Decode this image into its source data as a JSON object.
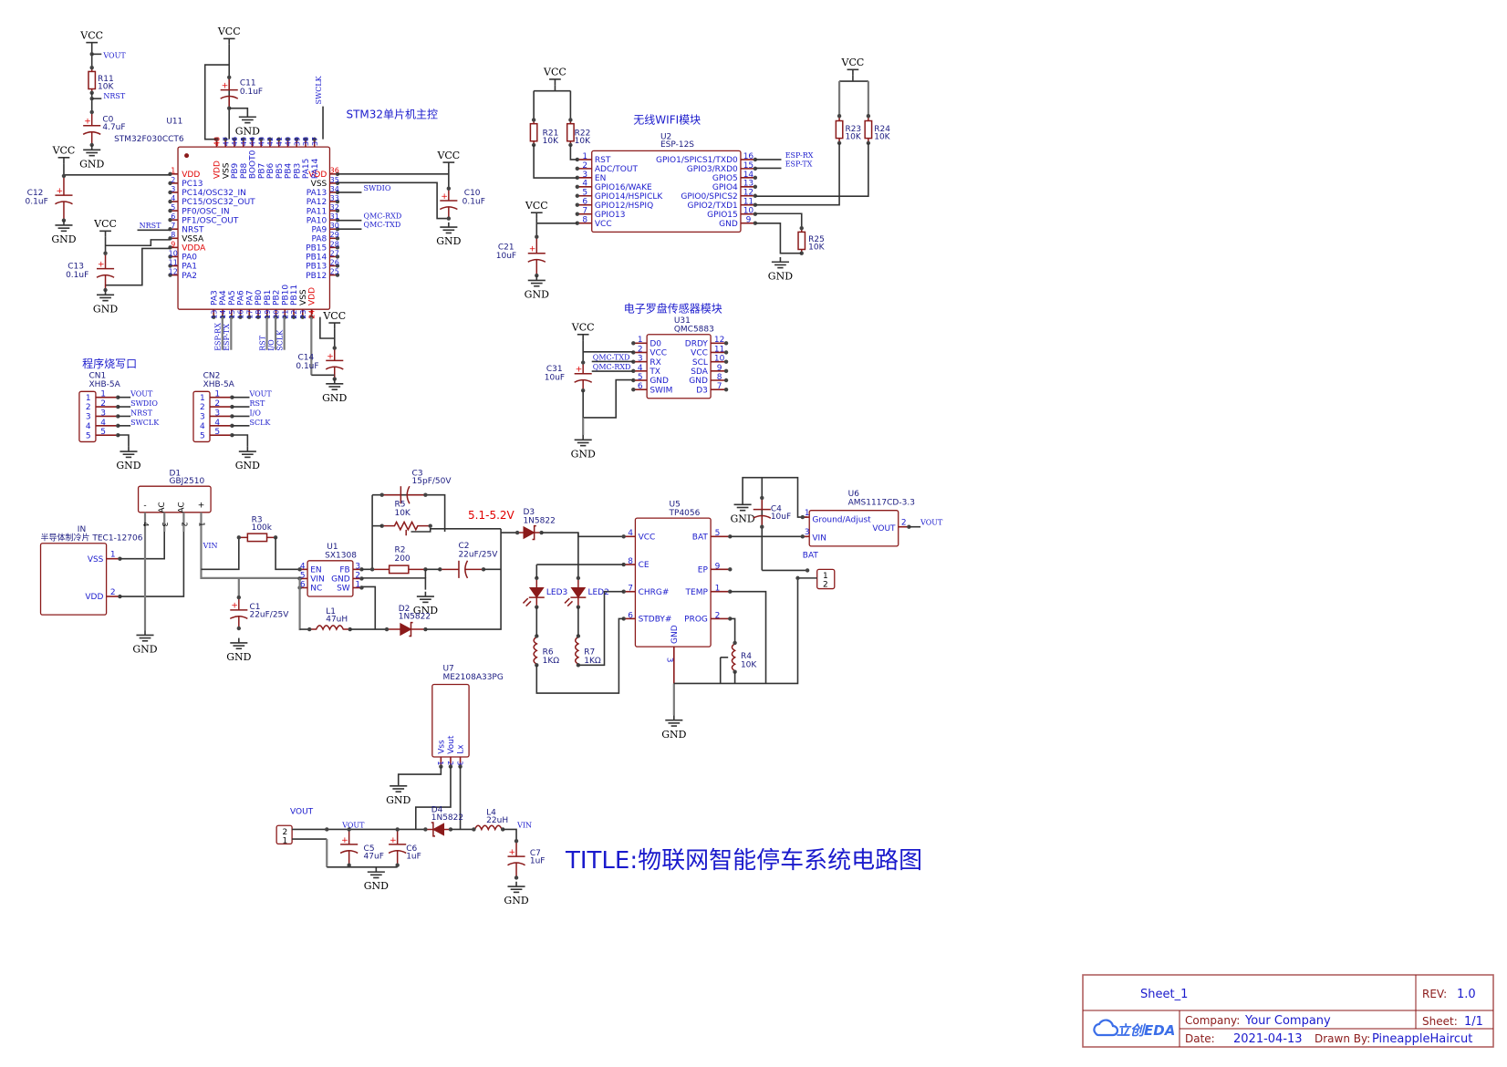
{
  "title": "TITLE:物联网智能停车系统电路图",
  "sections": {
    "mcu": "STM32单片机主控",
    "wifi": "无线WIFI模块",
    "compass": "电子罗盘传感器模块",
    "program": "程序烧写口"
  },
  "power_labels": {
    "vcc": "VCC",
    "gnd": "GND"
  },
  "voltage_note": "5.1-5.2V",
  "mcu": {
    "ref": "U11",
    "part": "STM32F030CCT6",
    "left_pins": [
      {
        "n": "1",
        "name": "VDD",
        "red": true
      },
      {
        "n": "2",
        "name": "PC13"
      },
      {
        "n": "3",
        "name": "PC14/OSC32_IN"
      },
      {
        "n": "4",
        "name": "PC15/OSC32_OUT"
      },
      {
        "n": "5",
        "name": "PF0/OSC_IN"
      },
      {
        "n": "6",
        "name": "PF1/OSC_OUT"
      },
      {
        "n": "7",
        "name": "NRST"
      },
      {
        "n": "8",
        "name": "VSSA",
        "black": true
      },
      {
        "n": "9",
        "name": "VDDA",
        "red": true
      },
      {
        "n": "10",
        "name": "PA0"
      },
      {
        "n": "11",
        "name": "PA1"
      },
      {
        "n": "12",
        "name": "PA2"
      }
    ],
    "right_pins": [
      {
        "n": "36",
        "name": "VDD",
        "red": true
      },
      {
        "n": "35",
        "name": "VSS",
        "black": true
      },
      {
        "n": "34",
        "name": "PA13"
      },
      {
        "n": "33",
        "name": "PA12"
      },
      {
        "n": "32",
        "name": "PA11"
      },
      {
        "n": "31",
        "name": "PA10"
      },
      {
        "n": "30",
        "name": "PA9"
      },
      {
        "n": "29",
        "name": "PA8"
      },
      {
        "n": "28",
        "name": "PB15"
      },
      {
        "n": "27",
        "name": "PB14"
      },
      {
        "n": "26",
        "name": "PB13"
      },
      {
        "n": "25",
        "name": "PB12"
      }
    ],
    "top_pins": [
      {
        "n": "48",
        "name": "VDD",
        "red": true
      },
      {
        "n": "47",
        "name": "VSS",
        "black": true
      },
      {
        "n": "46",
        "name": "PB9"
      },
      {
        "n": "45",
        "name": "PB8"
      },
      {
        "n": "44",
        "name": "BOOT0"
      },
      {
        "n": "43",
        "name": "PB7"
      },
      {
        "n": "42",
        "name": "PB6"
      },
      {
        "n": "41",
        "name": "PB5"
      },
      {
        "n": "40",
        "name": "PB4"
      },
      {
        "n": "39",
        "name": "PB3"
      },
      {
        "n": "38",
        "name": "PA15"
      },
      {
        "n": "37",
        "name": "PA14"
      }
    ],
    "bottom_pins": [
      {
        "n": "13",
        "name": "PA3"
      },
      {
        "n": "14",
        "name": "PA4"
      },
      {
        "n": "15",
        "name": "PA5"
      },
      {
        "n": "16",
        "name": "PA6"
      },
      {
        "n": "17",
        "name": "PA7"
      },
      {
        "n": "18",
        "name": "PB0"
      },
      {
        "n": "19",
        "name": "PB1"
      },
      {
        "n": "20",
        "name": "PB2"
      },
      {
        "n": "21",
        "name": "PB10"
      },
      {
        "n": "22",
        "name": "PB11"
      },
      {
        "n": "23",
        "name": "VSS",
        "black": true
      },
      {
        "n": "24",
        "name": "VDD",
        "red": true
      }
    ],
    "nets": {
      "swclk": "SWCLK",
      "swdio": "SWDIO",
      "qmc_rxd": "QMC-RXD",
      "qmc_txd": "QMC-TXD",
      "nrst": "NRST",
      "vout": "VOUT",
      "esp_rx": "ESP-RX",
      "esp_tx": "ESP-TX",
      "rst": "RST",
      "io": "I/O",
      "sclk": "SCLK"
    }
  },
  "passives_mcu": [
    {
      "ref": "R11",
      "val": "10K"
    },
    {
      "ref": "C0",
      "val": "4.7uF"
    },
    {
      "ref": "C11",
      "val": "0.1uF"
    },
    {
      "ref": "C12",
      "val": "0.1uF"
    },
    {
      "ref": "C13",
      "val": "0.1uF"
    },
    {
      "ref": "C10",
      "val": "0.1uF"
    },
    {
      "ref": "C14",
      "val": "0.1uF"
    }
  ],
  "wifi": {
    "ref": "U2",
    "part": "ESP-12S",
    "left_pins": [
      {
        "n": "1",
        "name": "RST"
      },
      {
        "n": "2",
        "name": "ADC/TOUT"
      },
      {
        "n": "3",
        "name": "EN"
      },
      {
        "n": "4",
        "name": "GPIO16/WAKE"
      },
      {
        "n": "5",
        "name": "GPIO14/HSPICLK"
      },
      {
        "n": "6",
        "name": "GPIO12/HSPIQ"
      },
      {
        "n": "7",
        "name": "GPIO13"
      },
      {
        "n": "8",
        "name": "VCC"
      }
    ],
    "right_pins": [
      {
        "n": "16",
        "name": "GPIO1/SPICS1/TXD0"
      },
      {
        "n": "15",
        "name": "GPIO3/RXD0"
      },
      {
        "n": "14",
        "name": "GPIO5"
      },
      {
        "n": "13",
        "name": "GPIO4"
      },
      {
        "n": "12",
        "name": "GPIO0/SPICS2"
      },
      {
        "n": "11",
        "name": "GPIO2/TXD1"
      },
      {
        "n": "10",
        "name": "GPIO15"
      },
      {
        "n": "9",
        "name": "GND"
      }
    ],
    "passives": [
      {
        "ref": "R21",
        "val": "10K"
      },
      {
        "ref": "R22",
        "val": "10K"
      },
      {
        "ref": "R23",
        "val": "10K"
      },
      {
        "ref": "R24",
        "val": "10K"
      },
      {
        "ref": "R25",
        "val": "10K"
      },
      {
        "ref": "C21",
        "val": "10uF"
      }
    ],
    "nets": {
      "esp_rx": "ESP-RX",
      "esp_tx": "ESP-TX"
    }
  },
  "compass": {
    "ref": "U31",
    "part": "QMC5883",
    "left_pins": [
      {
        "n": "1",
        "name": "D0"
      },
      {
        "n": "2",
        "name": "VCC"
      },
      {
        "n": "3",
        "name": "RX"
      },
      {
        "n": "4",
        "name": "TX"
      },
      {
        "n": "5",
        "name": "GND"
      },
      {
        "n": "6",
        "name": "SWIM"
      }
    ],
    "right_pins": [
      {
        "n": "12",
        "name": "DRDY"
      },
      {
        "n": "11",
        "name": "VCC"
      },
      {
        "n": "10",
        "name": "SCL"
      },
      {
        "n": "9",
        "name": "SDA"
      },
      {
        "n": "8",
        "name": "GND"
      },
      {
        "n": "7",
        "name": "D3"
      }
    ],
    "cap": {
      "ref": "C31",
      "val": "10uF"
    },
    "nets": {
      "txd": "QMC-TXD",
      "rxd": "QMC-RXD"
    }
  },
  "connectors": [
    {
      "ref": "CN1",
      "part": "XHB-5A",
      "pins": [
        "1",
        "2",
        "3",
        "4",
        "5"
      ],
      "nets": [
        "VOUT",
        "SWDIO",
        "NRST",
        "SWCLK"
      ]
    },
    {
      "ref": "CN2",
      "part": "XHB-5A",
      "pins": [
        "1",
        "2",
        "3",
        "4",
        "5"
      ],
      "nets": [
        "VOUT",
        "RST",
        "I/O",
        "SCLK"
      ]
    }
  ],
  "power": {
    "d1": {
      "ref": "D1",
      "part": "GBJ2510",
      "pins": [
        "-",
        "AC",
        "AC",
        "+"
      ],
      "nums": [
        "4",
        "3",
        "2",
        "1"
      ]
    },
    "in": {
      "ref": "IN",
      "part": "半导体制冷片 TEC1-12706",
      "pins": [
        {
          "n": "1",
          "name": "VSS"
        },
        {
          "n": "2",
          "name": "VDD"
        }
      ]
    },
    "vin": "VIN",
    "r3": {
      "ref": "R3",
      "val": "100k"
    },
    "c1": {
      "ref": "C1",
      "val": "22uF/25V"
    },
    "u1": {
      "ref": "U1",
      "part": "SX1308",
      "left": [
        {
          "n": "4",
          "name": "EN"
        },
        {
          "n": "5",
          "name": "VIN"
        },
        {
          "n": "6",
          "name": "NC"
        }
      ],
      "right": [
        {
          "n": "3",
          "name": "FB"
        },
        {
          "n": "2",
          "name": "GND"
        },
        {
          "n": "1",
          "name": "SW"
        }
      ]
    },
    "c3": {
      "ref": "C3",
      "val": "15pF/50V"
    },
    "r5": {
      "ref": "R5",
      "val": "10K"
    },
    "r2": {
      "ref": "R2",
      "val": "200"
    },
    "c2": {
      "ref": "C2",
      "val": "22uF/25V"
    },
    "l1": {
      "ref": "L1",
      "val": "47uH"
    },
    "d2": {
      "ref": "D2",
      "val": "1N5822"
    },
    "d3": {
      "ref": "D3",
      "val": "1N5822"
    },
    "u5": {
      "ref": "U5",
      "part": "TP4056",
      "left": [
        {
          "n": "4",
          "name": "VCC"
        },
        {
          "n": "8",
          "name": "CE"
        },
        {
          "n": "7",
          "name": "CHRG#"
        },
        {
          "n": "6",
          "name": "STDBY#"
        }
      ],
      "right": [
        {
          "n": "5",
          "name": "BAT"
        },
        {
          "n": "9",
          "name": "EP"
        },
        {
          "n": "1",
          "name": "TEMP"
        },
        {
          "n": "2",
          "name": "PROG"
        }
      ],
      "bottom": {
        "n": "3",
        "name": "GND"
      }
    },
    "led3": "LED3",
    "led2": "LED2",
    "r6": {
      "ref": "R6",
      "val": "1KΩ"
    },
    "r7": {
      "ref": "R7",
      "val": "1KΩ"
    },
    "r4": {
      "ref": "R4",
      "val": "10K"
    },
    "c4": {
      "ref": "C4",
      "val": "10uF"
    },
    "u6": {
      "ref": "U6",
      "part": "AMS1117CD-3.3",
      "pins": [
        {
          "n": "1",
          "name": "Ground/Adjust"
        },
        {
          "n": "3",
          "name": "VIN"
        },
        {
          "n": "2",
          "name": "VOUT"
        }
      ]
    },
    "bat": {
      "label": "BAT",
      "pins": [
        "1",
        "2"
      ]
    },
    "vout": "VOUT",
    "u7": {
      "ref": "U7",
      "part": "ME2108A33PG",
      "pins": [
        {
          "n": "1",
          "name": "Vss"
        },
        {
          "n": "2",
          "name": "Vout"
        },
        {
          "n": "3",
          "name": "Lx"
        }
      ]
    },
    "d4": {
      "ref": "D4",
      "val": "1N5822"
    },
    "l4": {
      "ref": "L4",
      "val": "22uH"
    },
    "c5": {
      "ref": "C5",
      "val": "47uF"
    },
    "c6": {
      "ref": "C6",
      "val": "1uF"
    },
    "c7": {
      "ref": "C7",
      "val": "1uF"
    },
    "vout_conn": {
      "label": "VOUT",
      "pins": [
        "2",
        "1"
      ]
    }
  },
  "title_block": {
    "sheet": "Sheet_1",
    "rev_label": "REV:",
    "rev": "1.0",
    "company_label": "Company:",
    "company": "Your Company",
    "sheet_label": "Sheet:",
    "sheet_no": "1/1",
    "date_label": "Date:",
    "date": "2021-04-13",
    "drawn_label": "Drawn By:",
    "drawn": "PineappleHaircut",
    "logo": "立创EDA"
  }
}
